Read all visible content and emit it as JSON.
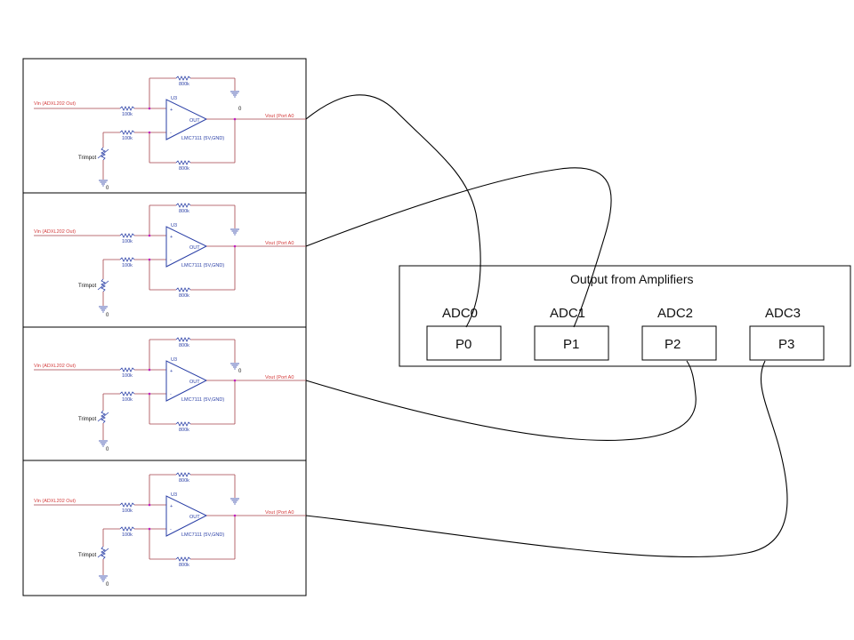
{
  "panel_labels": {
    "vin": "Vin (ADXL202 Out)",
    "vout": "Vout (Port A0",
    "designator": "U3",
    "part": "LMC7111 (5V,GND)",
    "r_in": "100k",
    "r_fb": "800k",
    "trimpot": "Trimpot",
    "ground": "0",
    "plus": "+",
    "minus": "-",
    "out": "OUT"
  },
  "panel_count": 4,
  "output_box": {
    "title": "Output from Amplifiers",
    "channels": [
      {
        "adc": "ADC0",
        "port": "P0"
      },
      {
        "adc": "ADC1",
        "port": "P1"
      },
      {
        "adc": "ADC2",
        "port": "P2"
      },
      {
        "adc": "ADC3",
        "port": "P3"
      }
    ]
  },
  "colors": {
    "wire": "#a5424a",
    "component": "#2a3fa6",
    "junction": "#c020c0",
    "cable": "#000000"
  }
}
